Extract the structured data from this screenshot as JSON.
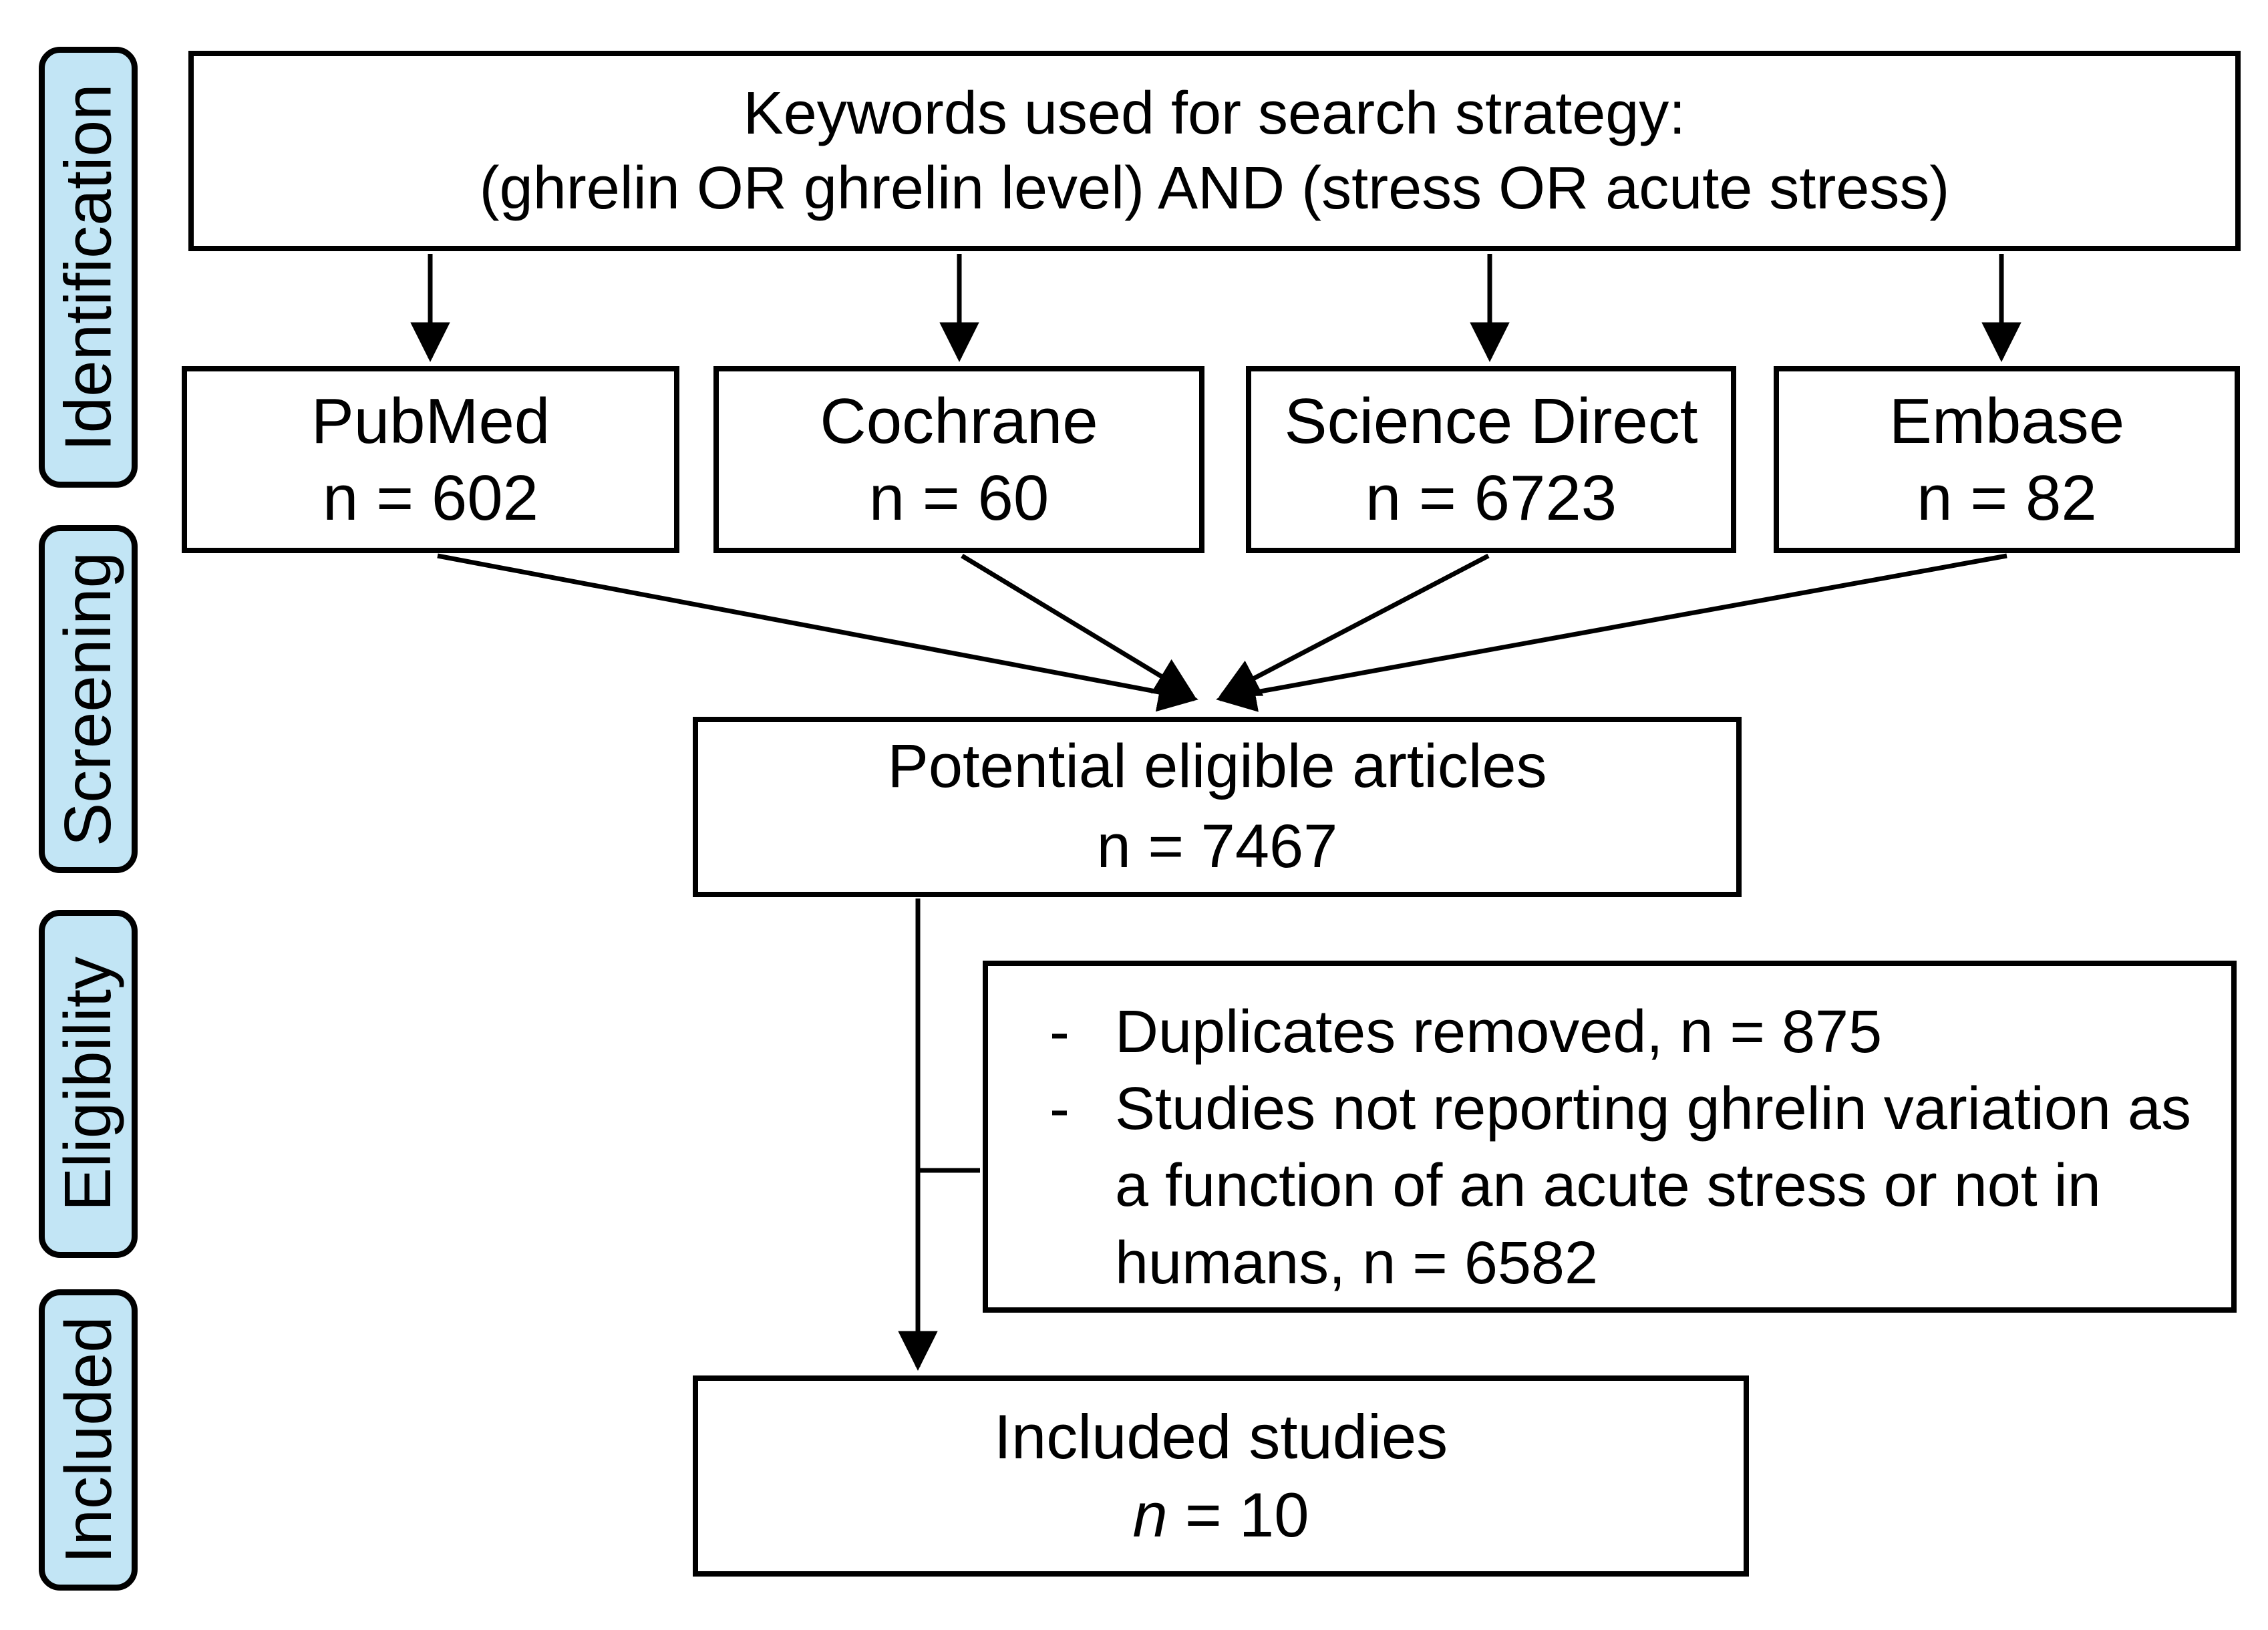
{
  "title": "Systematic review search flow diagram",
  "colors": {
    "sidebar_fill": "#C2E5F5",
    "line": "#000000",
    "box_fill": "#FFFFFF",
    "background": "#FFFFFF"
  },
  "sidebar": {
    "items": [
      {
        "label": "Identification"
      },
      {
        "label": "Screening"
      },
      {
        "label": "Eligibility"
      },
      {
        "label": "Included"
      }
    ]
  },
  "keywords_box": {
    "line1": "Keywords used for search strategy:",
    "line2": "(ghrelin OR ghrelin level) AND (stress OR acute stress)"
  },
  "sources": [
    {
      "name": "PubMed",
      "count": "n = 602"
    },
    {
      "name": "Cochrane",
      "count": "n = 60"
    },
    {
      "name": "Science Direct",
      "count": "n = 6723"
    },
    {
      "name": "Embase",
      "count": "n = 82"
    }
  ],
  "potential_box": {
    "title": "Potential eligible articles",
    "count": "n = 7467"
  },
  "exclusion_box": {
    "items": [
      {
        "bullet": "-",
        "text": "Duplicates removed, n = 875"
      },
      {
        "bullet": "-",
        "text": "Studies not reporting ghrelin variation as a function of an acute stress or not in humans, n = 6582"
      }
    ]
  },
  "included_box": {
    "title": "Included studies",
    "n_italic": "n",
    "n_rest": " = 10"
  }
}
